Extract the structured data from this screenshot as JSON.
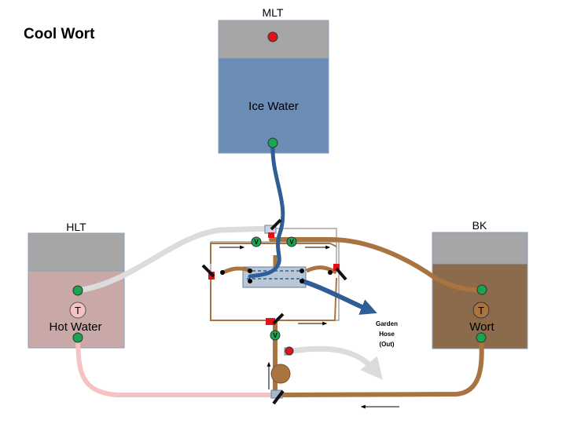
{
  "title": "Cool Wort",
  "tanks": {
    "mlt": {
      "label": "MLT",
      "content": "Ice Water"
    },
    "hlt": {
      "label": "HLT",
      "content": "Hot Water",
      "sensor": "T"
    },
    "bk": {
      "label": "BK",
      "content": "Wort",
      "sensor": "T"
    }
  },
  "chiller_valve_label": "V",
  "outlet_label": [
    "Garden",
    "Hose",
    "(Out)"
  ],
  "colors": {
    "tank_headspace": "#a6a6a6",
    "ice_water": "#6b8cb5",
    "hot_water": "#c9a8a8",
    "wort": "#8c6a4c",
    "blue_line": "#2f5d95",
    "brown_line": "#a9743f",
    "gray_line": "#dcdcdc",
    "pink_line": "#f5c3c3",
    "valve_green": "#1aa550",
    "valve_red": "#e0121b"
  }
}
